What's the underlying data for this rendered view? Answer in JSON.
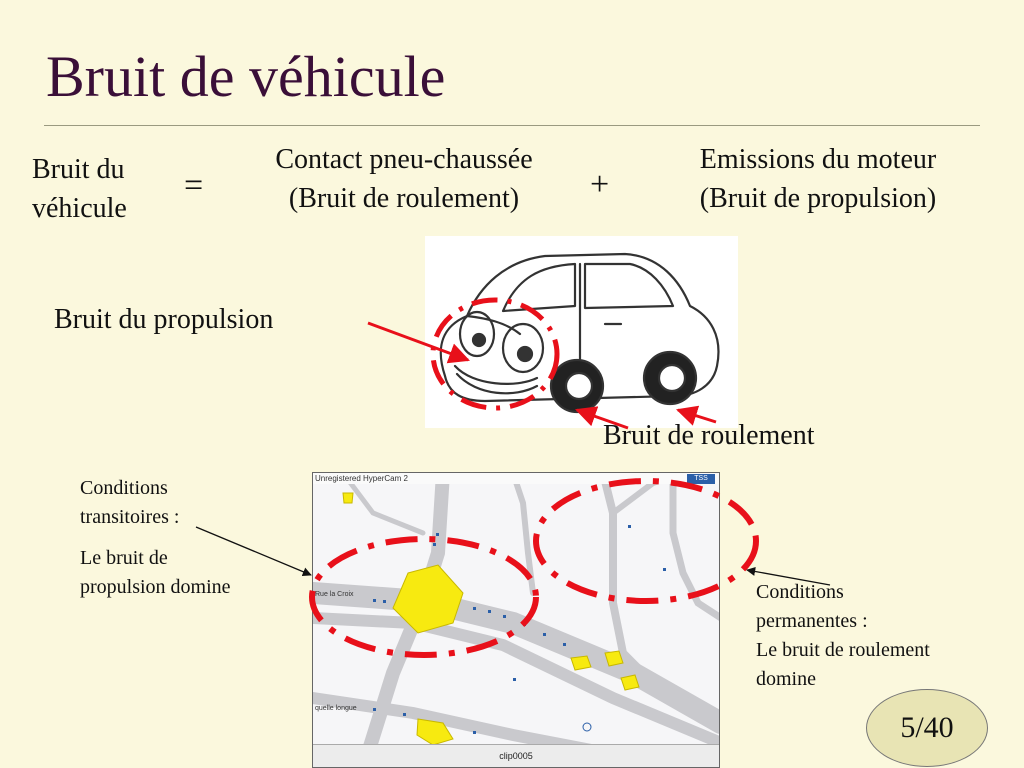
{
  "slide": {
    "title": "Bruit de véhicule",
    "page_number": "5/40"
  },
  "equation": {
    "lhs_line1": "Bruit du",
    "lhs_line2": "véhicule",
    "equals": "=",
    "term1_line1": "Contact pneu-chaussée",
    "term1_line2": "(Bruit de roulement)",
    "plus": "+",
    "term2_line1": "Emissions du moteur",
    "term2_line2": "(Bruit de propulsion)"
  },
  "car_labels": {
    "propulsion": "Bruit du propulsion",
    "roulement": "Bruit de roulement"
  },
  "left_note": {
    "line1": "Conditions",
    "line2": "transitoires :",
    "line3": "Le bruit de",
    "line4": "propulsion domine"
  },
  "right_note": {
    "line1": "Conditions",
    "line2": "permanentes :",
    "line3": "Le bruit de roulement",
    "line4": "domine"
  },
  "map": {
    "header": "Unregistered HyperCam 2",
    "tag": "TSS",
    "footer": "clip0005",
    "road_label_1": "Rue la Croix",
    "road_label_2": "quelle longue"
  },
  "colors": {
    "title": "#3a0f38",
    "background": "#fbf8dd",
    "highlight_red": "#e8101a",
    "vehicle_yellow": "#f7ea10"
  },
  "icons": {
    "car": "cartoon-car-illustration",
    "map": "traffic-simulation-map"
  }
}
